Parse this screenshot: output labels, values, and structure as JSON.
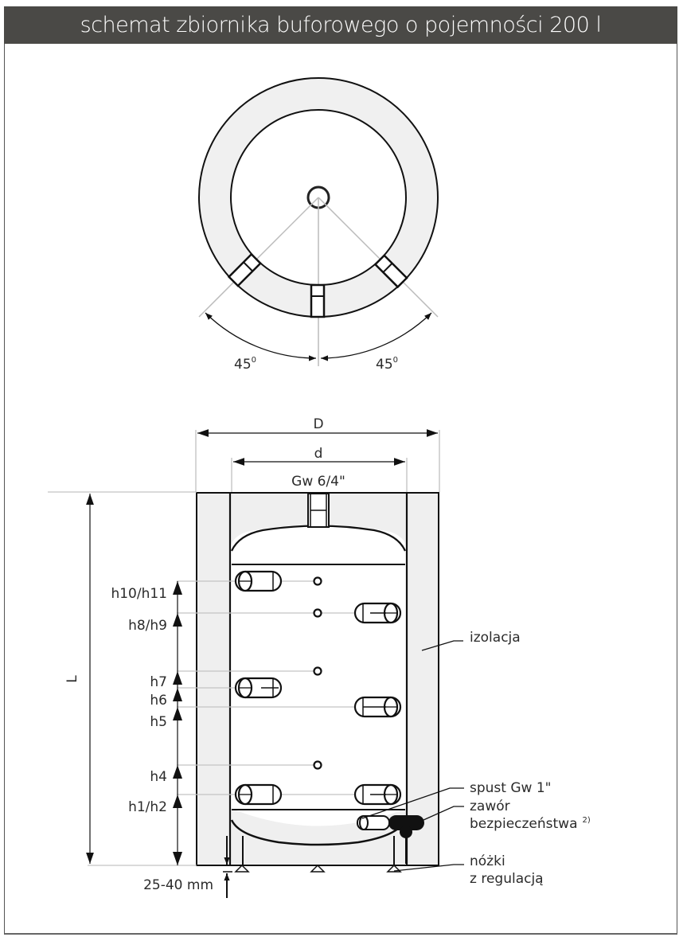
{
  "header": {
    "title": "schemat zbiornika buforowego o pojemności 200 l"
  },
  "top_view": {
    "angle_left": "45",
    "angle_right": "45",
    "degree_mark": "0"
  },
  "side_view": {
    "dimension_outer": "D",
    "dimension_inner": "d",
    "top_connection": "Gw 6/4\"",
    "height_label": "L",
    "heights": [
      {
        "id": "h10_h11",
        "label": "h10/h11"
      },
      {
        "id": "h8_h9",
        "label": "h8/h9"
      },
      {
        "id": "h7",
        "label": "h7"
      },
      {
        "id": "h6",
        "label": "h6"
      },
      {
        "id": "h5",
        "label": "h5"
      },
      {
        "id": "h4",
        "label": "h4"
      },
      {
        "id": "h1_h2",
        "label": "h1/h2"
      }
    ],
    "feet_offset": "25-40 mm",
    "callouts": {
      "insulation": "izolacja",
      "drain": "spust Gw 1\"",
      "valve_line1": "zawór",
      "valve_line2": "bezpieczeństwa",
      "valve_footnote": "2)",
      "feet_line1": "nóżki",
      "feet_line2": "z regulacją"
    }
  },
  "colors": {
    "header_bg": "#4a4946",
    "insulation_fill": "#efefef",
    "line": "#111111",
    "guide_line": "#bdbdbd"
  }
}
